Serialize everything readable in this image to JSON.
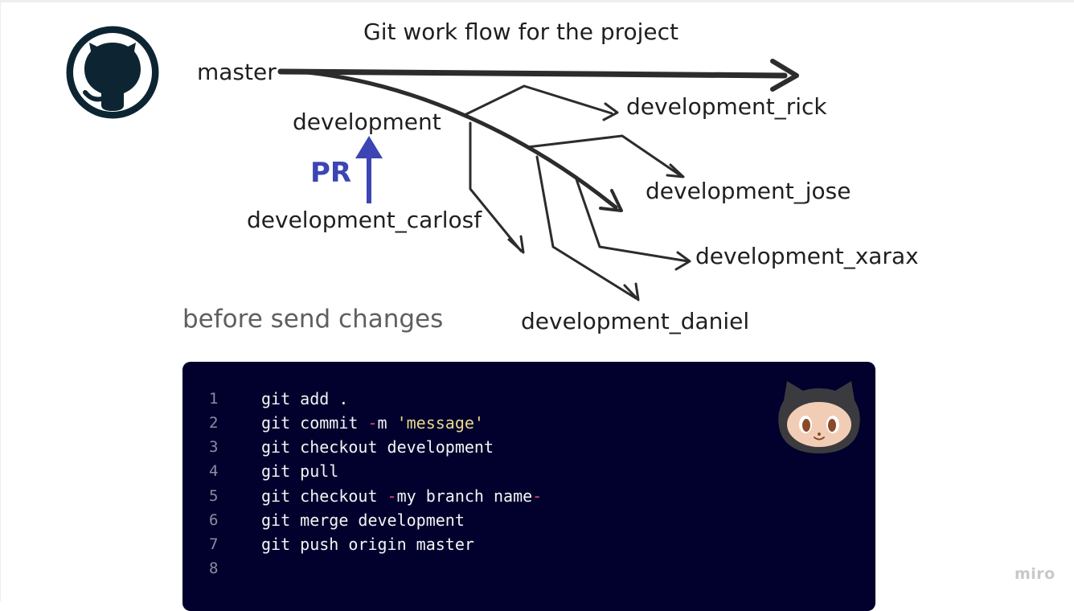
{
  "diagram": {
    "title": "Git work flow for the project",
    "branches": {
      "master": "master",
      "development": "development",
      "development_rick": "development_rick",
      "development_jose": "development_jose",
      "development_xarax": "development_xarax",
      "development_daniel": "development_daniel",
      "development_carlosf": "development_carlosf"
    },
    "pr_label": "PR",
    "colors": {
      "text": "#1f1f1f",
      "arrows": "#2c2c2c",
      "pr": "#3c45b3",
      "logo": "#0d2533"
    }
  },
  "section": {
    "subtitle": "before send changes"
  },
  "code_block": {
    "background": "#02012d",
    "lines": [
      {
        "number": "1",
        "text": "git add ."
      },
      {
        "number": "2",
        "pre": "git commit ",
        "flag": "-",
        "mid": "m ",
        "str": "'message'"
      },
      {
        "number": "3",
        "text": "git checkout development"
      },
      {
        "number": "4",
        "text": "git pull"
      },
      {
        "number": "5",
        "pre": "git checkout ",
        "flag": "-",
        "mid": "my branch name",
        "flag2": "-"
      },
      {
        "number": "6",
        "text": "git merge development"
      },
      {
        "number": "7",
        "text": "git push origin master"
      },
      {
        "number": "8",
        "text": ""
      }
    ]
  },
  "icons": {
    "top_logo": "github-logo-icon",
    "code_mascot": "octocat-icon"
  },
  "watermark": "miro"
}
